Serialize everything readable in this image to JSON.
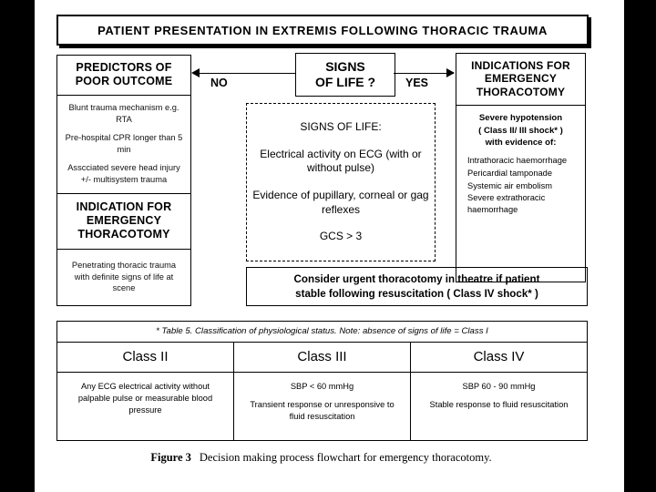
{
  "title_banner": {
    "text": "PATIENT PRESENTATION IN EXTREMIS FOLLOWING THORACIC TRAUMA"
  },
  "decision": {
    "line1": "SIGNS",
    "line2": "OF LIFE ?",
    "branch_no": "NO",
    "branch_yes": "YES"
  },
  "left_column": {
    "header": {
      "line1": "PREDICTORS OF",
      "line2": "POOR OUTCOME"
    },
    "items": [
      "Blunt trauma mechanism e.g. RTA",
      "Pre-hospital CPR longer than 5 min",
      "Asscciated severe head injury +/- multisystem trauma"
    ],
    "header2": {
      "line1": "INDICATION FOR",
      "line2": "EMERGENCY",
      "line3": "THORACOTOMY"
    },
    "footer_text": "Penetrating thoracic trauma with definite signs of life at scene"
  },
  "signs_detail": {
    "heading": "SIGNS OF LIFE:",
    "blocks": [
      "Electrical activity on ECG (with or without pulse)",
      "Evidence of pupillary, corneal or gag reflexes",
      "GCS > 3"
    ]
  },
  "right_column": {
    "header": {
      "line1": "INDICATIONS FOR",
      "line2": "EMERGENCY",
      "line3": "THORACOTOMY"
    },
    "lead": {
      "line1": "Severe hypotension",
      "line2": "( Class II/ III shock* )",
      "line3": "with evidence of:"
    },
    "items": [
      "Intrathoracic haemorrhage",
      "Pericardial tamponade",
      "Systemic air embolism",
      "Severe extrathoracic haemorrhage"
    ]
  },
  "consider_bar": {
    "line1": "Consider urgent thoracotomy in theatre if patient",
    "line2": "stable following resuscitation ( Class IV shock* )"
  },
  "table": {
    "note": "* Table 5. Classification of physiological status. Note: absence of signs of life = Class I",
    "headers": [
      "Class II",
      "Class III",
      "Class IV"
    ],
    "cells": [
      [
        "Any ECG electrical activity without palpable pulse or measurable blood pressure"
      ],
      [
        "SBP < 60 mmHg",
        "Transient response or unresponsive to fluid resuscitation"
      ],
      [
        "SBP 60 - 90 mmHg",
        "Stable response to fluid resuscitation"
      ]
    ]
  },
  "caption": {
    "figure_number": "Figure 3",
    "text": "Decision making process flowchart for emergency thoracotomy."
  }
}
